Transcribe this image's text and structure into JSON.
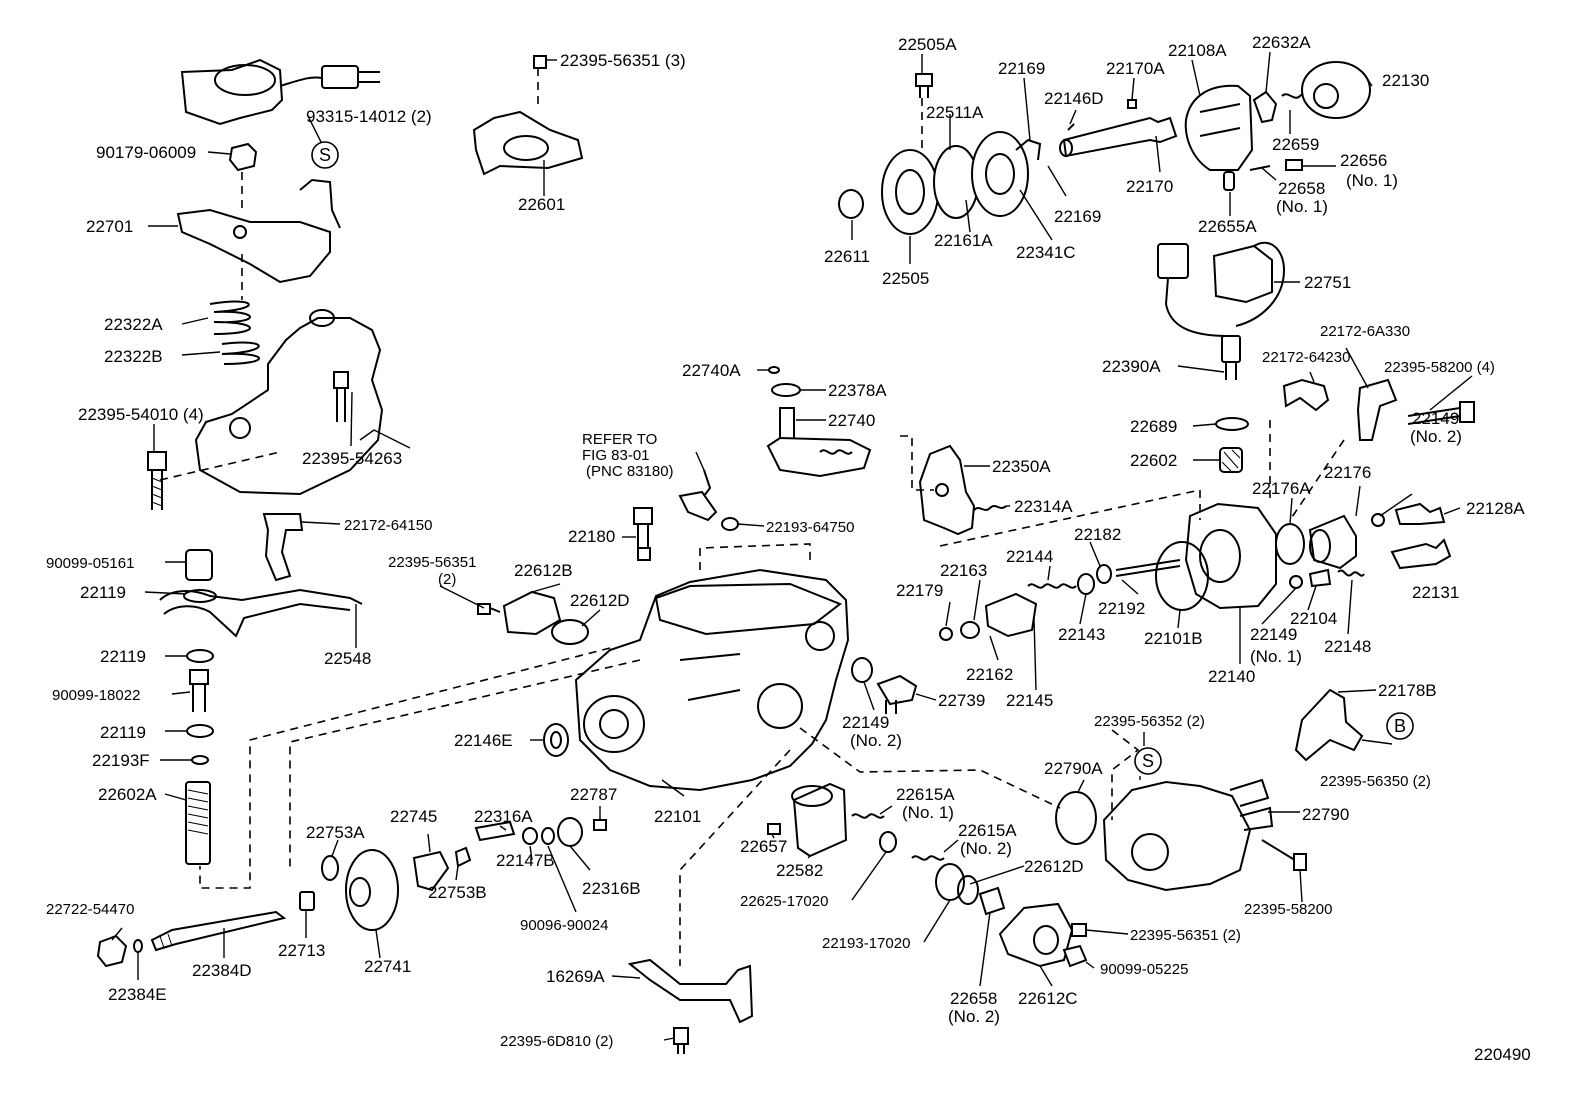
{
  "diagram": {
    "callouts": {
      "c_22505A": "22505A",
      "c_22169a": "22169",
      "c_22170A": "22170A",
      "c_22108A": "22108A",
      "c_22632A": "22632A",
      "c_22130": "22130",
      "c_22395_56351_3": "22395-56351 (3)",
      "c_93315": "93315-14012 (2)",
      "c_90179": "90179-06009",
      "c_22511A": "22511A",
      "c_22146D": "22146D",
      "c_22659": "22659",
      "c_22656": "22656",
      "c_22656_no": "(No. 1)",
      "c_22658a": "22658",
      "c_22658a_no": "(No. 1)",
      "c_22701": "22701",
      "c_22601": "22601",
      "c_22170": "22170",
      "c_22169b": "22169",
      "c_22611": "22611",
      "c_22161A": "22161A",
      "c_22341C": "22341C",
      "c_22655A": "22655A",
      "c_22505": "22505",
      "c_22751": "22751",
      "c_22322A": "22322A",
      "c_22322B": "22322B",
      "c_22172_6A330": "22172-6A330",
      "c_22172_64230": "22172-64230",
      "c_22395_58200_4": "22395-58200 (4)",
      "c_22390A": "22390A",
      "c_22740A": "22740A",
      "c_22378A": "22378A",
      "c_22395_54010": "22395-54010 (4)",
      "c_22740": "22740",
      "c_22689": "22689",
      "c_22149_no2a": "22149",
      "c_22149_no2a_no": "(No. 2)",
      "c_refer1": "REFER TO",
      "c_refer2": "FIG 83-01",
      "c_refer3": "(PNC 83180)",
      "c_22395_54263": "22395-54263",
      "c_22602": "22602",
      "c_22350A": "22350A",
      "c_22176": "22176",
      "c_22176A": "22176A",
      "c_22128A": "22128A",
      "c_22314A": "22314A",
      "c_22172_64150": "22172-64150",
      "c_22193_64750": "22193-64750",
      "c_22180": "22180",
      "c_22182": "22182",
      "c_90099_05161": "90099-05161",
      "c_22144": "22144",
      "c_22395_56351_2": "22395-56351",
      "c_22395_56351_2b": "(2)",
      "c_22612B": "22612B",
      "c_22163": "22163",
      "c_22179": "22179",
      "c_22119a": "22119",
      "c_22612D": "22612D",
      "c_22131": "22131",
      "c_22192": "22192",
      "c_22104": "22104",
      "c_22548": "22548",
      "c_22143": "22143",
      "c_22149_no1": "22149",
      "c_22149_no1_no": "(No. 1)",
      "c_22148": "22148",
      "c_22101B": "22101B",
      "c_22119b": "22119",
      "c_22162": "22162",
      "c_22140": "22140",
      "c_22145": "22145",
      "c_22178B": "22178B",
      "c_90099_18022": "90099-18022",
      "c_22739": "22739",
      "c_22395_56352": "22395-56352 (2)",
      "c_22119c": "22119",
      "c_22146E": "22146E",
      "c_22149_no2b": "22149",
      "c_22149_no2b_no": "(No. 2)",
      "c_22395_56350": "22395-56350 (2)",
      "c_22193F": "22193F",
      "c_22790A": "22790A",
      "c_22602A": "22602A",
      "c_22787": "22787",
      "c_22615A_no1": "22615A",
      "c_22615A_no1_no": "(No. 1)",
      "c_22745": "22745",
      "c_22316A": "22316A",
      "c_22101": "22101",
      "c_22790": "22790",
      "c_22753A": "22753A",
      "c_22615A_no2": "22615A",
      "c_22615A_no2_no": "(No. 2)",
      "c_22657": "22657",
      "c_22612D_b": "22612D",
      "c_22147B": "22147B",
      "c_22316B": "22316B",
      "c_22582": "22582",
      "c_22753B": "22753B",
      "c_22722": "22722-54470",
      "c_22625": "22625-17020",
      "c_22395_58200": "22395-58200",
      "c_90096": "90096-90024",
      "c_22193_17020": "22193-17020",
      "c_22395_56351_2c": "22395-56351 (2)",
      "c_22713": "22713",
      "c_22384D": "22384D",
      "c_22741": "22741",
      "c_90099_05225": "90099-05225",
      "c_16269A": "16269A",
      "c_22384E": "22384E",
      "c_22658b": "22658",
      "c_22658b_no": "(No. 2)",
      "c_22612C": "22612C",
      "c_22395_6D810": "22395-6D810 (2)"
    },
    "symbols": {
      "s1": "S",
      "s2": "S",
      "b1": "B"
    },
    "figure_number": "220490"
  }
}
